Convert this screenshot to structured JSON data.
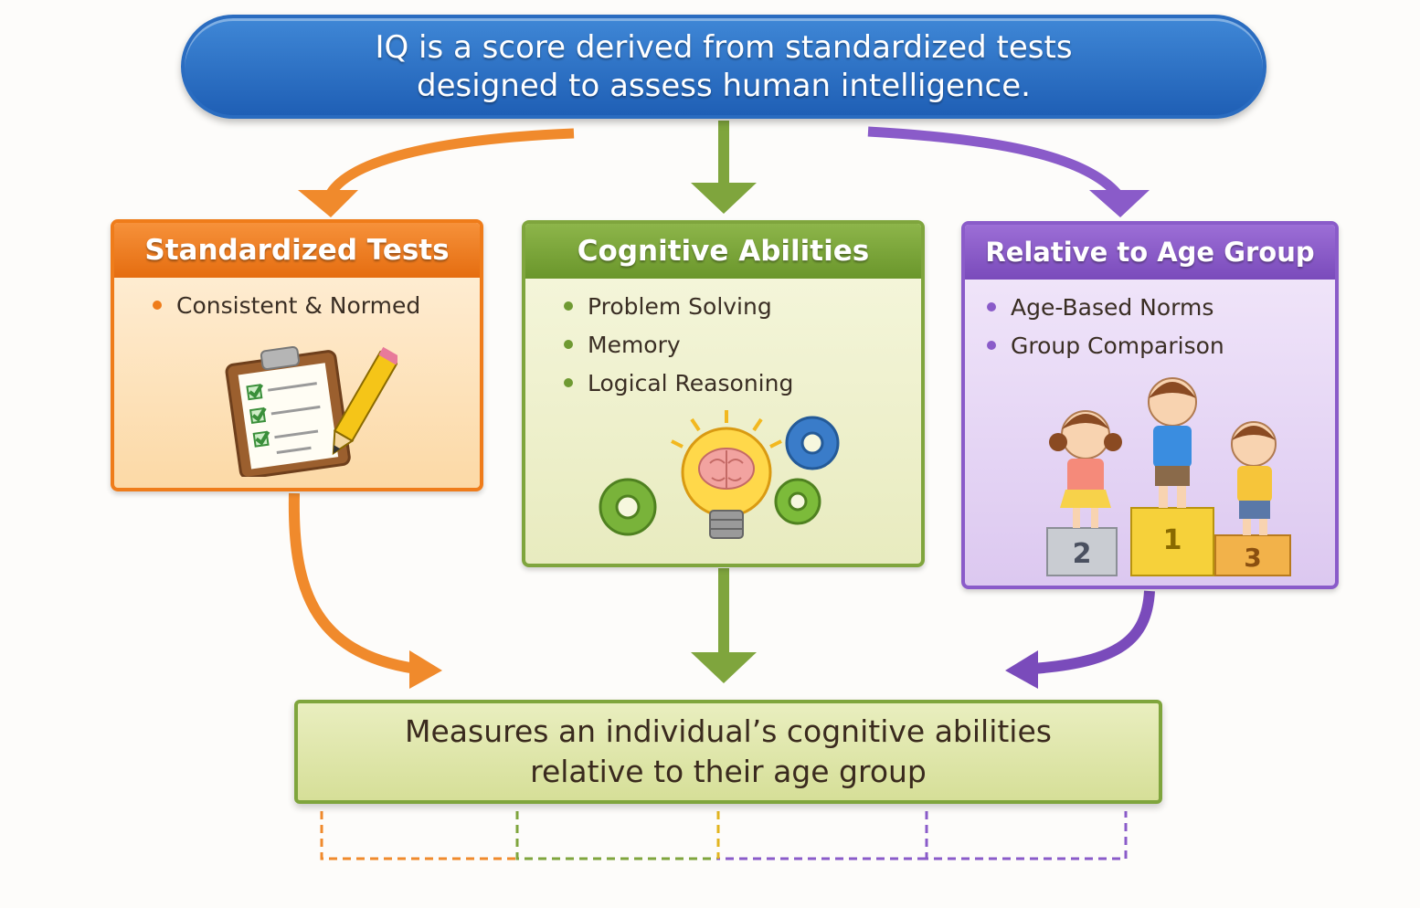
{
  "banner": {
    "line1": "IQ is a score derived from standardized tests",
    "line2": "designed to assess human intelligence."
  },
  "cards": {
    "standardized": {
      "title": "Standardized Tests",
      "color": "#ef7c1a",
      "bullets": [
        "Consistent & Normed"
      ],
      "icon": "clipboard-checklist-icon"
    },
    "cognitive": {
      "title": "Cognitive Abilities",
      "color": "#7fa53d",
      "bullets": [
        "Problem Solving",
        "Memory",
        "Logical Reasoning"
      ],
      "icon": "lightbulb-brain-gears-icon"
    },
    "relative": {
      "title": "Relative to Age Group",
      "color": "#8a5bc9",
      "bullets": [
        "Age-Based Norms",
        "Group Comparison"
      ],
      "icon": "children-podium-icon",
      "podium_labels": [
        "2",
        "1",
        "3"
      ]
    }
  },
  "bottom": {
    "line1": "Measures an individual’s cognitive abilities",
    "line2": "relative to their age group"
  }
}
